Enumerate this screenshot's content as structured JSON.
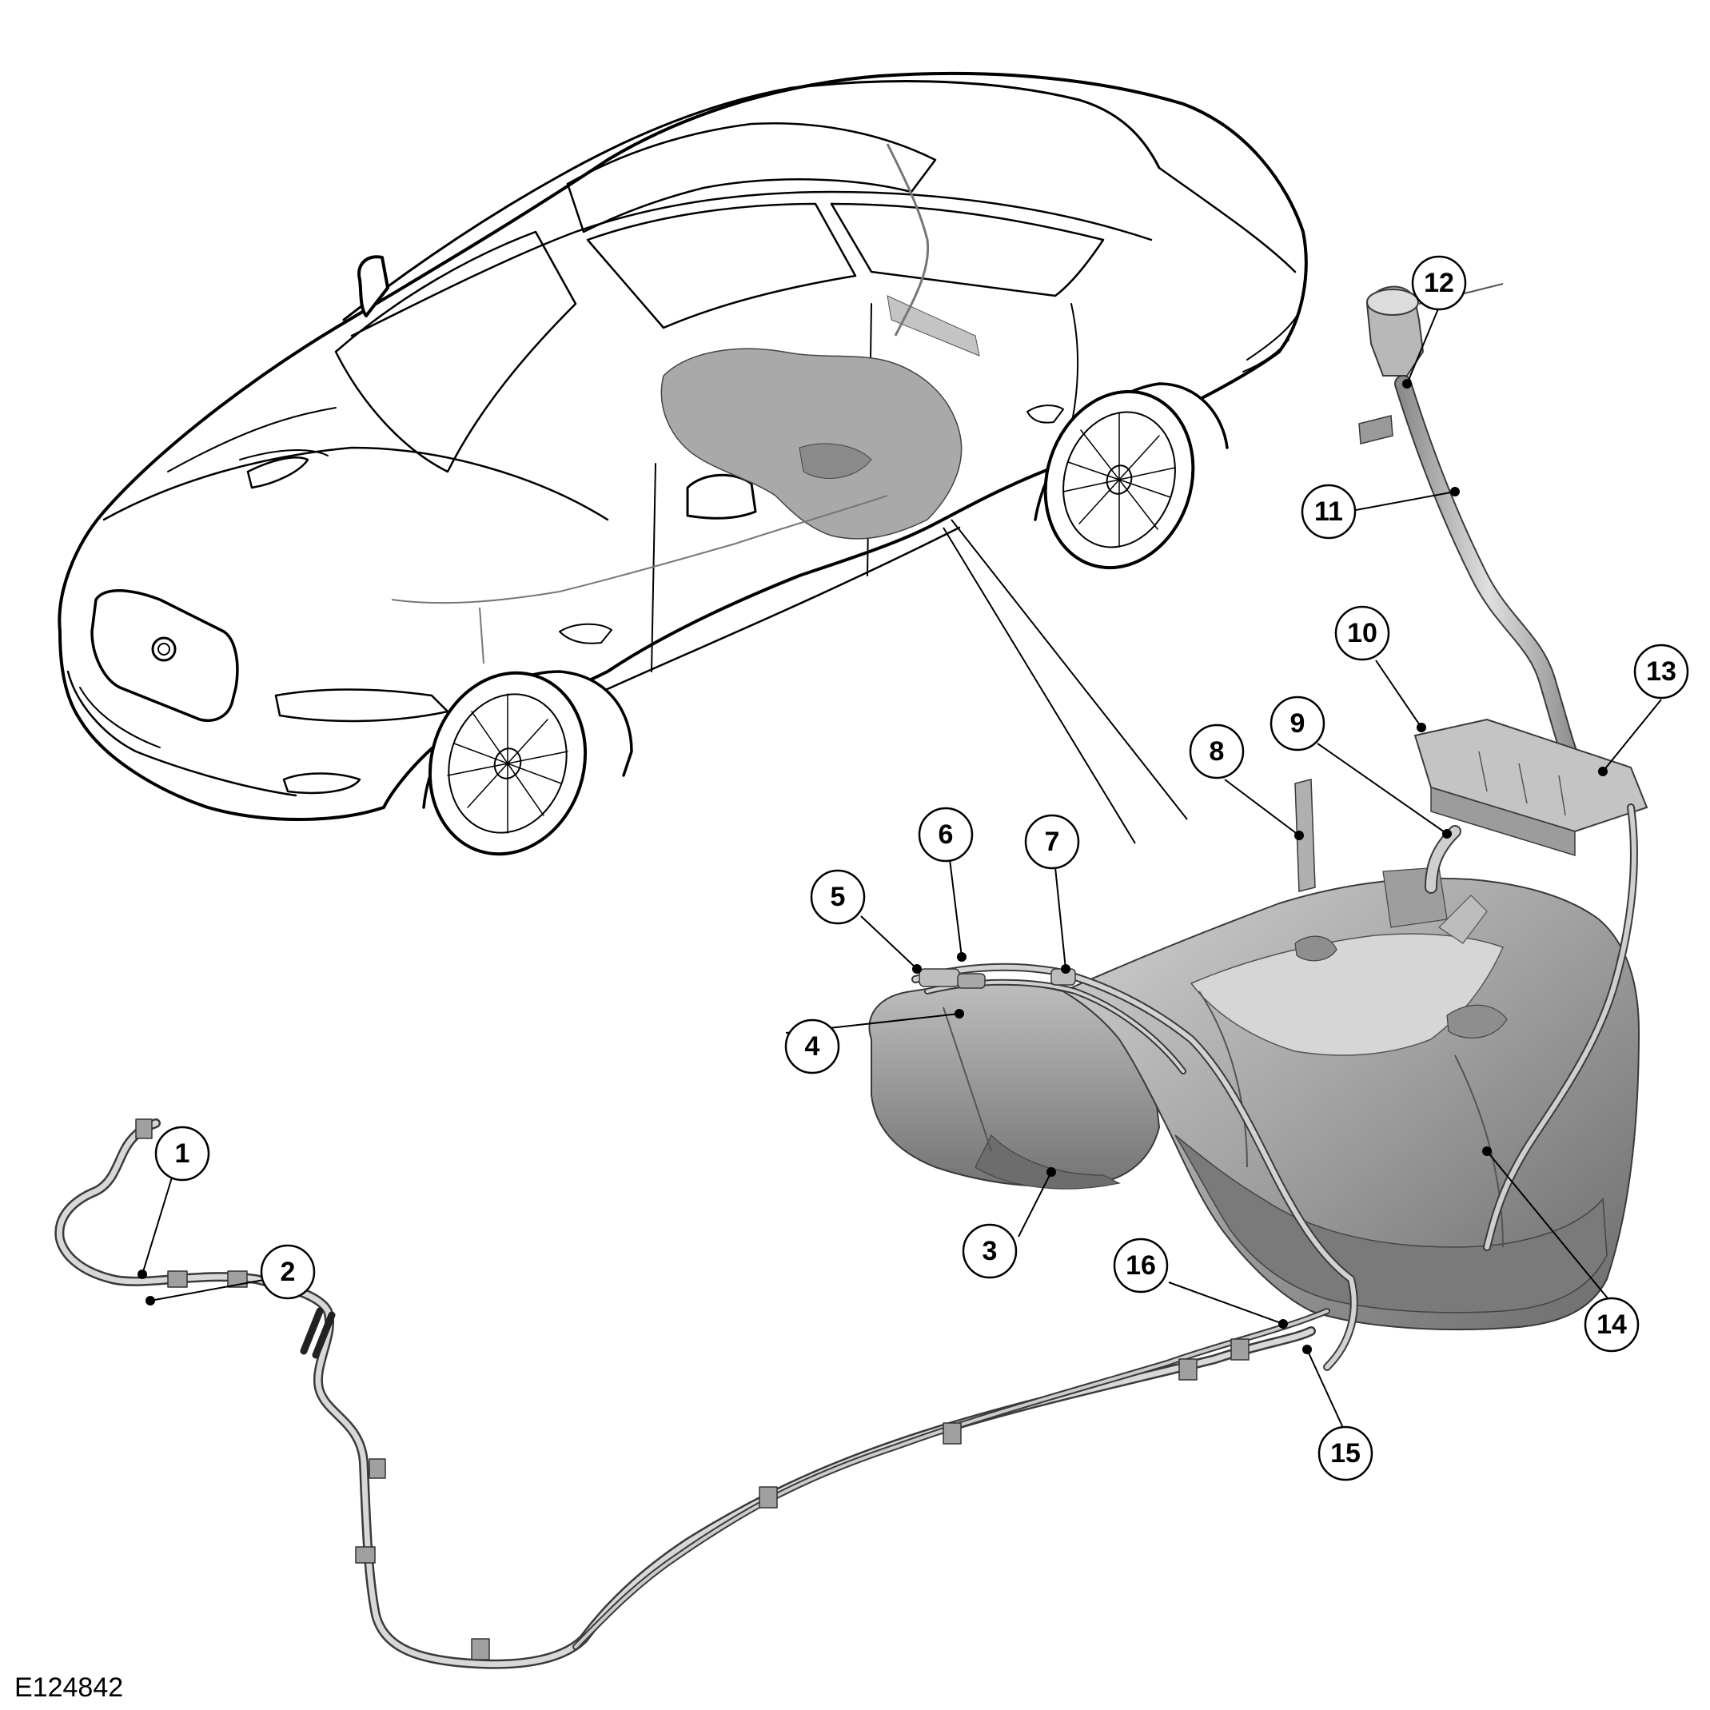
{
  "figure_id": "E124842",
  "callouts": [
    {
      "num": "1"
    },
    {
      "num": "2"
    },
    {
      "num": "3"
    },
    {
      "num": "4"
    },
    {
      "num": "5"
    },
    {
      "num": "6"
    },
    {
      "num": "7"
    },
    {
      "num": "8"
    },
    {
      "num": "9"
    },
    {
      "num": "10"
    },
    {
      "num": "11"
    },
    {
      "num": "12"
    },
    {
      "num": "13"
    },
    {
      "num": "14"
    },
    {
      "num": "15"
    },
    {
      "num": "16"
    }
  ],
  "colors": {
    "line": "#000000",
    "tank_fill": "#9a9a9a",
    "tank_light": "#c8c8c8",
    "tank_dark": "#6e6e6e",
    "pipe_fill": "#b5b5b5",
    "ghost_fill": "#a8a8a8"
  }
}
